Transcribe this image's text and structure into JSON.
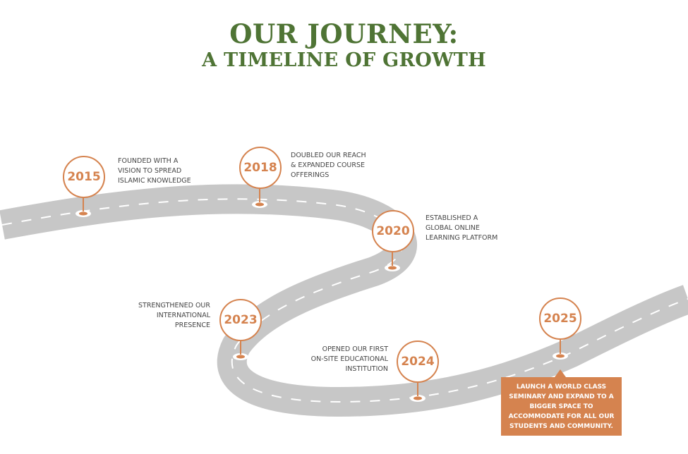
{
  "title": {
    "line1": "OUR JOURNEY:",
    "line2": "A TIMELINE OF GROWTH"
  },
  "colors": {
    "title": "#4f7435",
    "accent": "#d5834f",
    "road": "#c7c7c7",
    "road_dashes": "#ffffff",
    "text": "#454545"
  },
  "milestones": [
    {
      "year": "2015",
      "lines": [
        "FOUNDED WITH A",
        "VISION TO SPREAD",
        "ISLAMIC KNOWLEDGE"
      ]
    },
    {
      "year": "2018",
      "lines": [
        "DOUBLED OUR REACH",
        "& EXPANDED COURSE",
        "OFFERINGS"
      ]
    },
    {
      "year": "2020",
      "lines": [
        "ESTABLISHED A",
        "GLOBAL ONLINE",
        "LEARNING PLATFORM"
      ]
    },
    {
      "year": "2023",
      "lines": [
        "STRENGTHENED OUR",
        "INTERNATIONAL",
        "PRESENCE"
      ]
    },
    {
      "year": "2024",
      "lines": [
        "OPENED OUR FIRST",
        "ON-SITE EDUCATIONAL",
        "INSTITUTION"
      ]
    },
    {
      "year": "2025",
      "lines": []
    }
  ],
  "callout": {
    "lines": [
      "LAUNCH A WORLD CLASS",
      "SEMINARY AND EXPAND TO A",
      "BIGGER SPACE TO",
      "ACCOMMODATE FOR ALL OUR",
      "STUDENTS AND COMMUNITY."
    ]
  }
}
